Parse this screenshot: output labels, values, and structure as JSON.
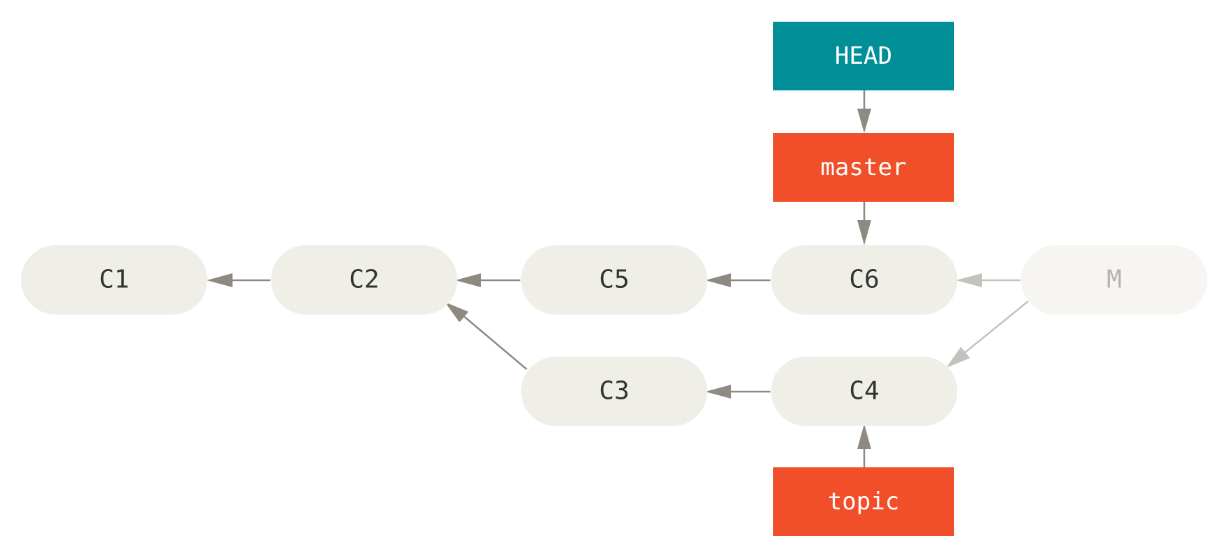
{
  "commits": {
    "c1": {
      "label": "C1"
    },
    "c2": {
      "label": "C2"
    },
    "c5": {
      "label": "C5"
    },
    "c6": {
      "label": "C6"
    },
    "m": {
      "label": "M"
    },
    "c3": {
      "label": "C3"
    },
    "c4": {
      "label": "C4"
    }
  },
  "refs": {
    "head": {
      "label": "HEAD"
    },
    "master": {
      "label": "master"
    },
    "topic": {
      "label": "topic"
    }
  },
  "colors": {
    "commit_fill": "#efeee7",
    "ghost_commit_fill": "#f6f5f2",
    "head_ref": "#008f96",
    "branch_ref": "#f14f29",
    "edge": "#8e8a82",
    "ghost_edge": "#c4c2bd"
  }
}
